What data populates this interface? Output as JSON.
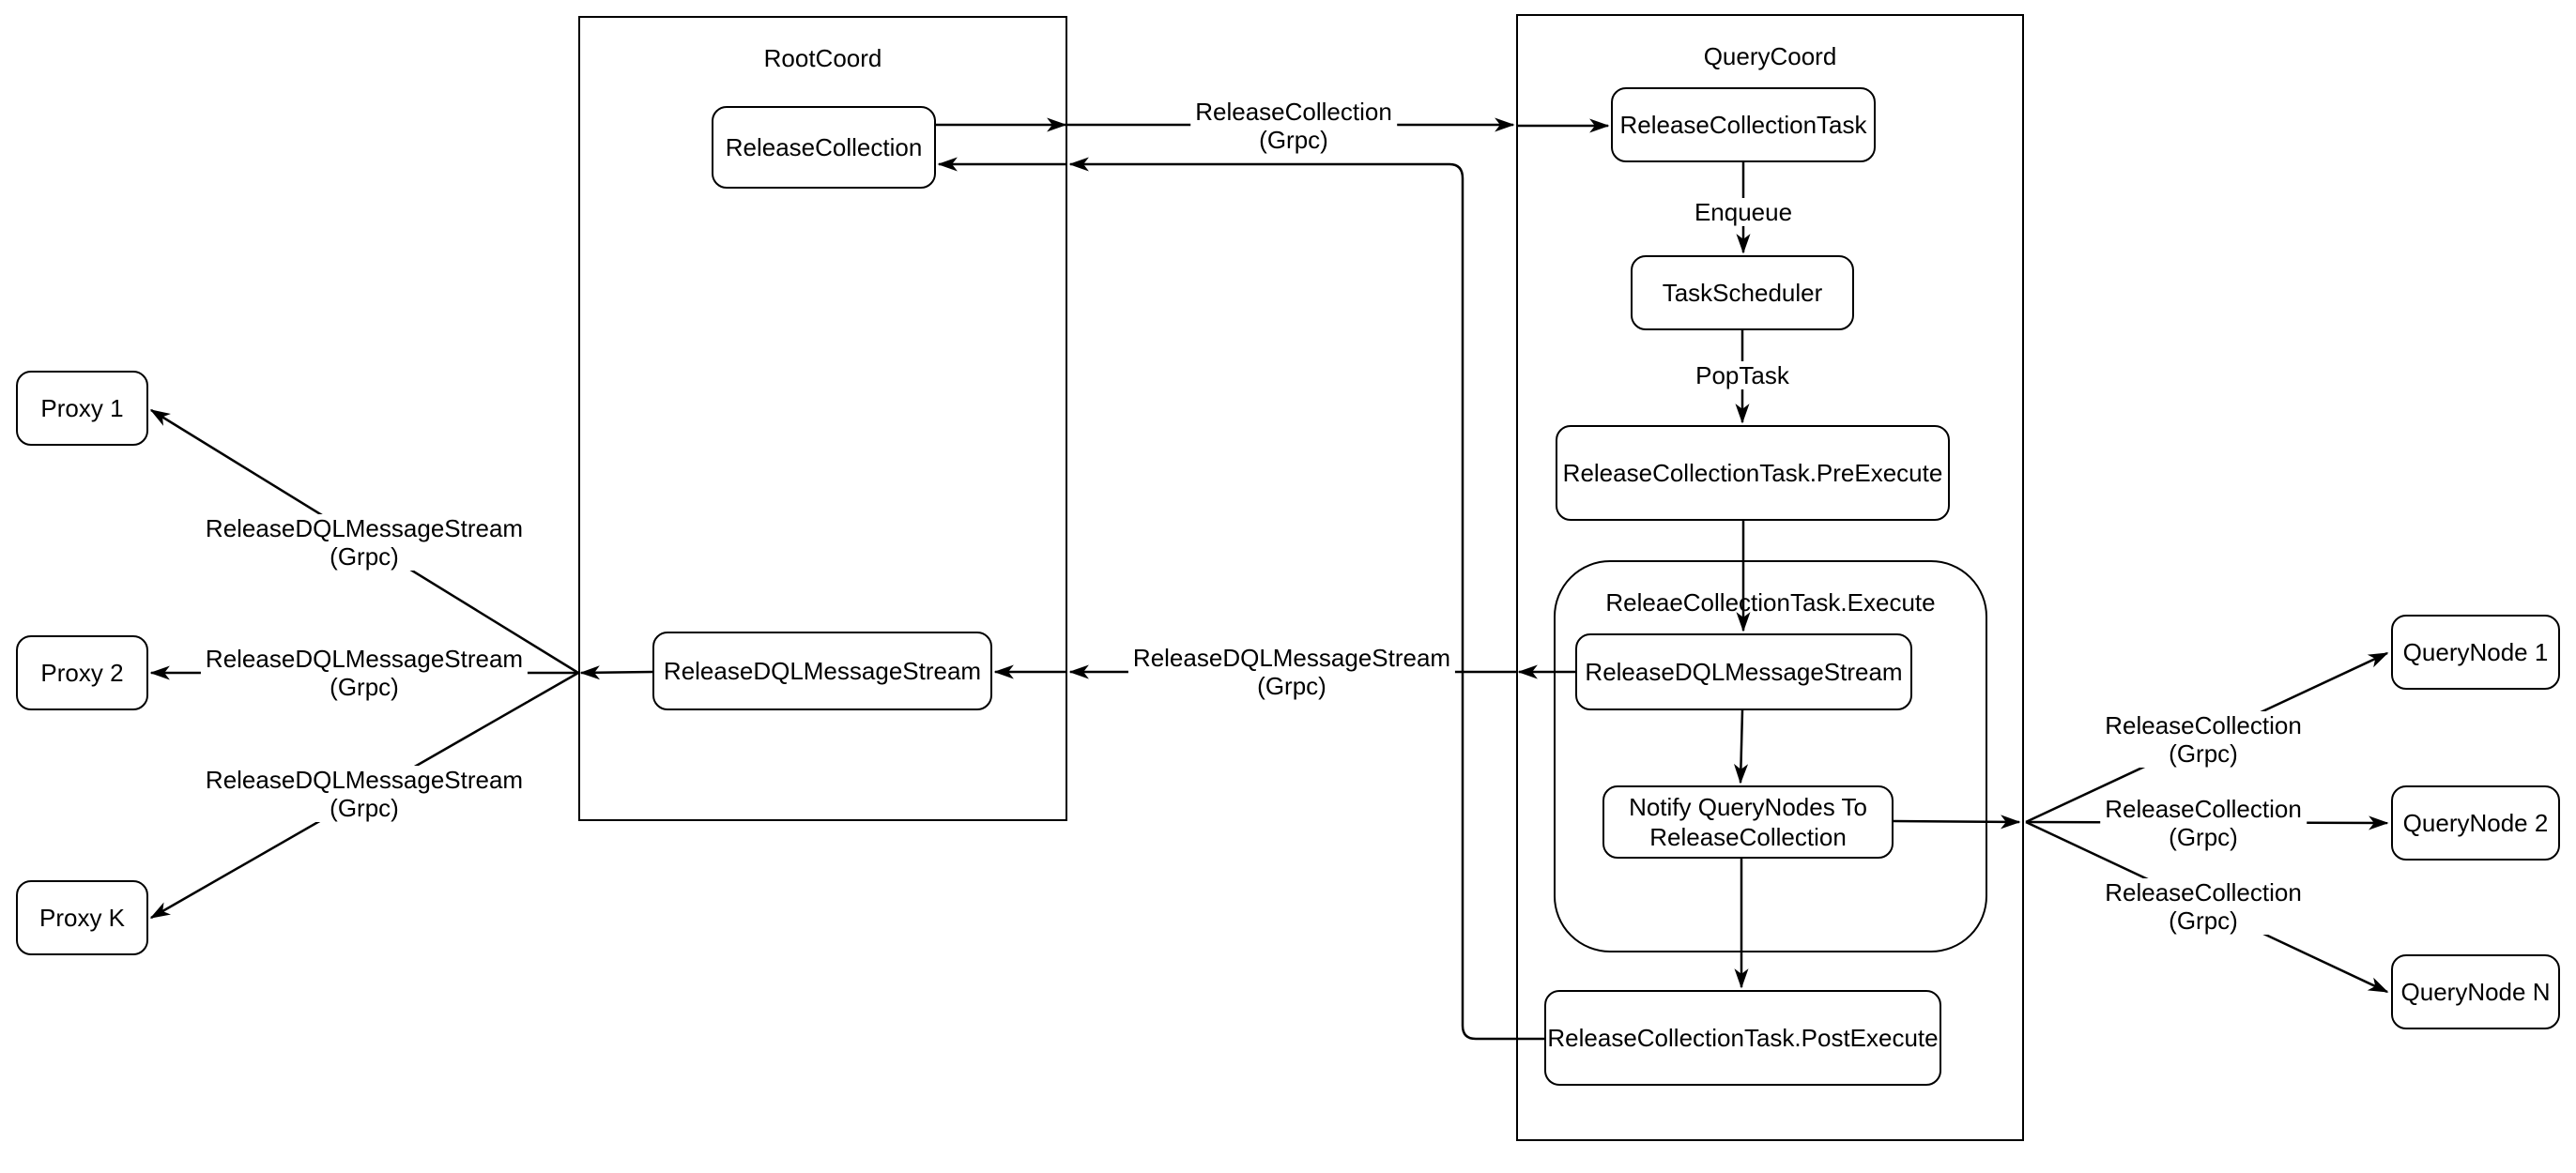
{
  "containers": {
    "rootcoord": {
      "title": "RootCoord"
    },
    "querycoord": {
      "title": "QueryCoord"
    },
    "execute": {
      "title": "ReleaeCollectionTask.Execute"
    }
  },
  "nodes": {
    "release_collection": {
      "label": "ReleaseCollection"
    },
    "rc_dql": {
      "label": "ReleaseDQLMessageStream"
    },
    "proxy1": {
      "label": "Proxy 1"
    },
    "proxy2": {
      "label": "Proxy 2"
    },
    "proxyk": {
      "label": "Proxy K"
    },
    "release_collection_task": {
      "label": "ReleaseCollectionTask"
    },
    "task_scheduler": {
      "label": "TaskScheduler"
    },
    "pre_execute": {
      "label": "ReleaseCollectionTask.PreExecute"
    },
    "qc_dql": {
      "label": "ReleaseDQLMessageStream"
    },
    "notify": {
      "label": "Notify QueryNodes To ReleaseCollection"
    },
    "post_execute": {
      "label": "ReleaseCollectionTask.PostExecute"
    },
    "querynode1": {
      "label": "QueryNode 1"
    },
    "querynode2": {
      "label": "QueryNode 2"
    },
    "querynoden": {
      "label": "QueryNode N"
    }
  },
  "edge_labels": {
    "release_top": {
      "lines": [
        "ReleaseCollection",
        "(Grpc)"
      ]
    },
    "enqueue": {
      "lines": [
        "Enqueue"
      ]
    },
    "poptask": {
      "lines": [
        "PopTask"
      ]
    },
    "dql_center": {
      "lines": [
        "ReleaseDQLMessageStream",
        "(Grpc)"
      ]
    },
    "dql_proxy1": {
      "lines": [
        "ReleaseDQLMessageStream",
        "(Grpc)"
      ]
    },
    "dql_proxy2": {
      "lines": [
        "ReleaseDQLMessageStream",
        "(Grpc)"
      ]
    },
    "dql_proxyk": {
      "lines": [
        "ReleaseDQLMessageStream",
        "(Grpc)"
      ]
    },
    "rc_qn1": {
      "lines": [
        "ReleaseCollection",
        "(Grpc)"
      ]
    },
    "rc_qn2": {
      "lines": [
        "ReleaseCollection",
        "(Grpc)"
      ]
    },
    "rc_qn3": {
      "lines": [
        "ReleaseCollection",
        "(Grpc)"
      ]
    }
  },
  "colors": {
    "stroke": "#000000",
    "background": "#ffffff"
  }
}
